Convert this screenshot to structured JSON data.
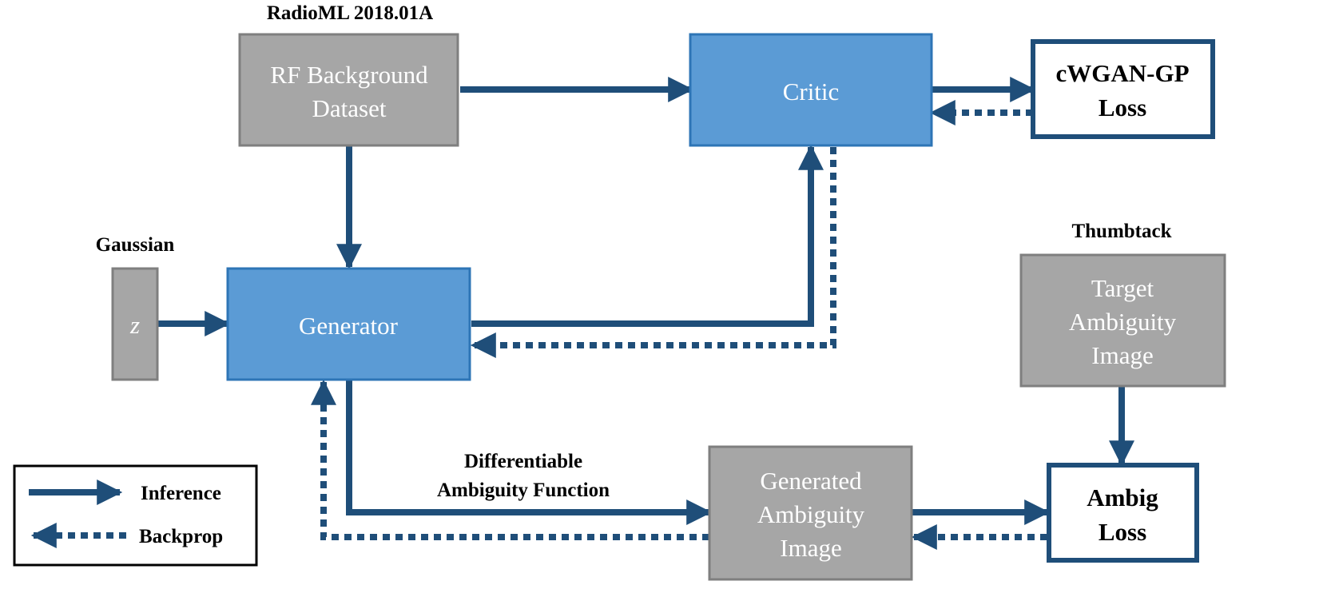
{
  "colors": {
    "blue_box": "#5b9bd5",
    "blue_border": "#2e75b6",
    "gray_box": "#a6a6a6",
    "gray_border": "#7f7f7f",
    "arrow": "#1f4e79",
    "loss_border": "#1f4e79"
  },
  "captions": {
    "dataset": "RadioML 2018.01A",
    "noise": "Gaussian",
    "target": "Thumbtack",
    "ambiguity_fn_line1": "Differentiable",
    "ambiguity_fn_line2": "Ambiguity Function"
  },
  "nodes": {
    "rf_dataset": {
      "line1": "RF Background",
      "line2": "Dataset"
    },
    "critic": {
      "label": "Critic"
    },
    "cwgan_loss": {
      "line1": "cWGAN-GP",
      "line2": "Loss"
    },
    "z": {
      "label": "z"
    },
    "generator": {
      "label": "Generator"
    },
    "target_image": {
      "line1": "Target",
      "line2": "Ambiguity",
      "line3": "Image"
    },
    "generated_image": {
      "line1": "Generated",
      "line2": "Ambiguity",
      "line3": "Image"
    },
    "ambig_loss": {
      "line1": "Ambig",
      "line2": "Loss"
    }
  },
  "legend": {
    "inference": "Inference",
    "backprop": "Backprop"
  }
}
